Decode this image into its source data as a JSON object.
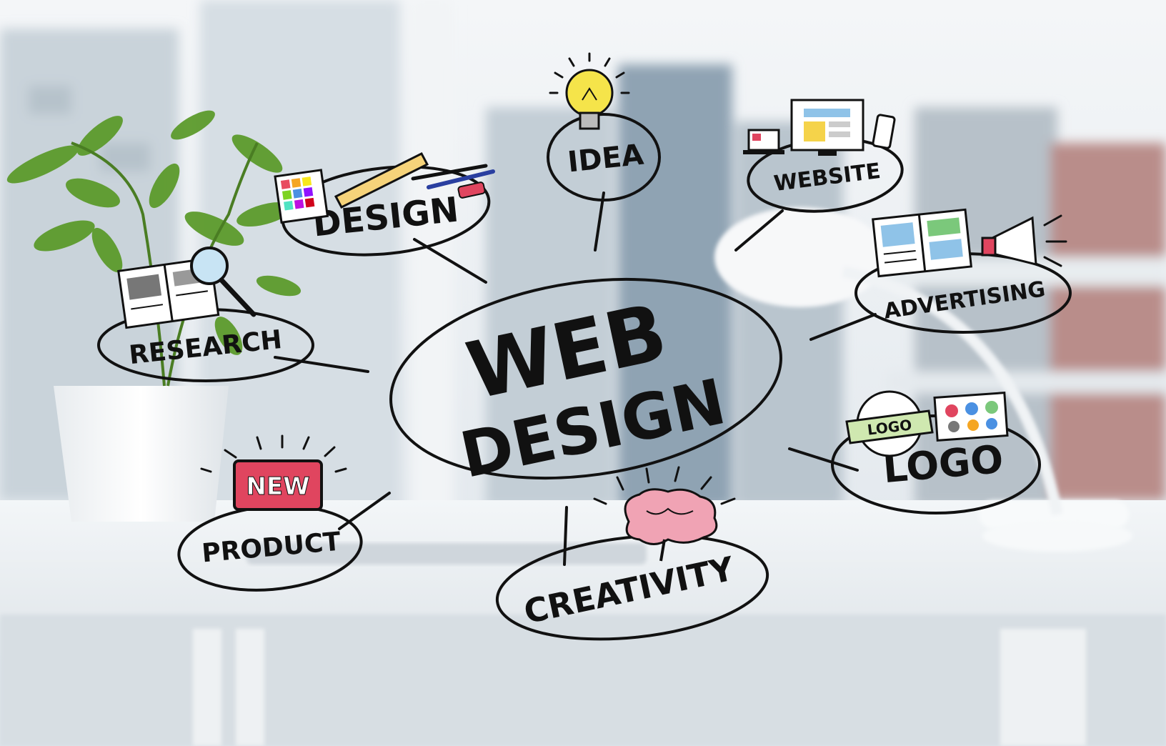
{
  "mindmap": {
    "center": {
      "line1": "WEB",
      "line2": "DESIGN"
    },
    "nodes": {
      "idea": "IDEA",
      "design": "DESIGN",
      "website": "WEBSITE",
      "advertising": "ADVERTISING",
      "research": "RESEARCH",
      "logo": "LOGO",
      "product": "PRODUCT",
      "creativity": "CREATIVITY"
    },
    "stickers": {
      "new_badge": "NEW",
      "logo_ribbon": "LOGO"
    }
  },
  "colors": {
    "ink": "#111111",
    "bulb": "#f5e44a",
    "brain": "#f0a3b4",
    "new_badge": "#e0455f",
    "ribbon": "#cfe8b0",
    "leaf": "#5c9a2c",
    "screen_blue": "#8fc3e8"
  }
}
